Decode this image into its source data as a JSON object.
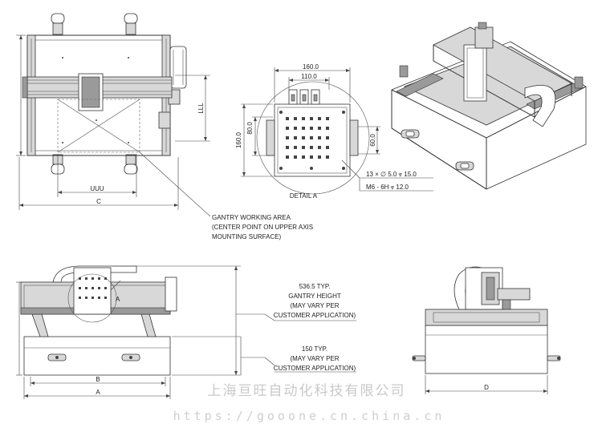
{
  "top_view": {
    "dim_uuu": "UUU",
    "dim_c": "C",
    "dim_lll": "LLL"
  },
  "detail_a": {
    "title": "DETAIL A",
    "dim_160_top": "160.0",
    "dim_110": "110.0",
    "dim_80": "80.0",
    "dim_160_left": "160.0",
    "dim_60": "60.0",
    "hole_spec_1": "13 × ∅ 5.0  ⩔ 15.0",
    "hole_spec_2": "M6 - 6H  ⩔ 12.0"
  },
  "notes": {
    "working_area_1": "GANTRY WORKING AREA",
    "working_area_2": "(CENTER POINT ON UPPER AXIS",
    "working_area_3": "MOUNTING SURFACE)",
    "gantry_height_1": "536.5 TYP.",
    "gantry_height_2": "GANTRY HEIGHT",
    "gantry_height_3": "(MAY VARY PER",
    "gantry_height_4": "CUSTOMER APPLICATION)",
    "base_height_1": "150 TYP.",
    "base_height_2": "(MAY VARY PER",
    "base_height_3": "CUSTOMER APPLICATION)"
  },
  "front_view": {
    "dim_b": "B",
    "dim_a": "A",
    "marker_a": "A"
  },
  "side_view": {
    "dim_d": "D"
  },
  "watermark": {
    "company": "上海亘旺自动化科技有限公司",
    "url": "https://gooone.cn.china.cn"
  }
}
